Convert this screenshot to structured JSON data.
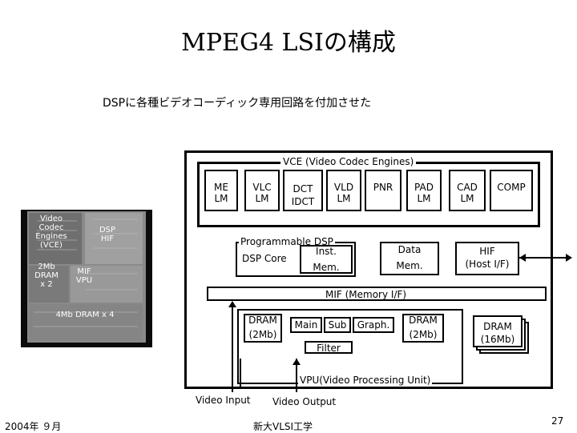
{
  "title": "MPEG4 LSIの構成",
  "subtitle": "DSPに各種ビデオコーディック専用回路を付加させた",
  "chip_photo": {
    "labels": {
      "vce": "Video\nCodec\nEngines\n(VCE)",
      "dsp_hif": "DSP\nHIF",
      "dram2mb": "2Mb\nDRAM\nx 2",
      "mif_vpu": "MIF\nVPU",
      "dram4mb": "4Mb DRAM x 4"
    }
  },
  "diagram": {
    "vce_title": "VCE (Video Codec Engines)",
    "vce_blocks": [
      {
        "l1": "ME",
        "l2": "LM"
      },
      {
        "l1": "VLC",
        "l2": "LM"
      },
      {
        "l1": "DCT",
        "l2": "IDCT"
      },
      {
        "l1": "VLD",
        "l2": "LM"
      },
      {
        "l1": "PNR",
        "l2": ""
      },
      {
        "l1": "PAD",
        "l2": "LM"
      },
      {
        "l1": "CAD",
        "l2": "LM"
      },
      {
        "l1": "COMP",
        "l2": ""
      }
    ],
    "dsp_title": "Programmable DSP",
    "dsp_core": "DSP Core",
    "inst_mem": [
      "Inst.",
      "Mem."
    ],
    "data_mem": [
      "Data",
      "Mem."
    ],
    "hif": [
      "HIF",
      "(Host I/F)"
    ],
    "mif": "MIF (Memory I/F)",
    "dram_left": [
      "DRAM",
      "(2Mb)"
    ],
    "main": "Main",
    "sub": "Sub",
    "graph": "Graph.",
    "dram_right": [
      "DRAM",
      "(2Mb)"
    ],
    "filter": "Filter",
    "dram_16": [
      "DRAM",
      "(16Mb)"
    ],
    "vpu_title": "VPU(Video Processing Unit)",
    "video_input": "Video Input",
    "video_output": "Video Output"
  },
  "footer": {
    "date": "2004年  ９月",
    "org": "新大VLSI工学",
    "page": "27"
  }
}
